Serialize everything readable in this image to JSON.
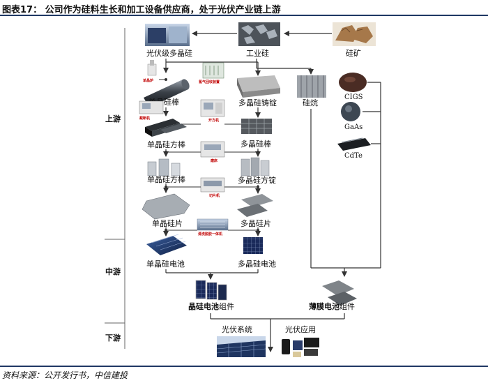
{
  "header": {
    "title": "图表17： 公司作为硅料生长和加工设备供应商，处于光伏产业链上游",
    "source": "资料来源：公开发行书，中信建投"
  },
  "sections": {
    "upstream": "上游",
    "midstream": "中游",
    "downstream": "下游"
  },
  "top_row": {
    "pv_polysilicon": "光伏级多晶硅",
    "industrial_silicon": "工业硅",
    "silicon_ore": "硅矿"
  },
  "mono_chain": {
    "rod": "单晶硅棒",
    "square_rod_1": "单晶硅方棒",
    "square_rod_2": "单晶硅方棒",
    "wafer": "单晶硅片",
    "cell": "单晶硅电池"
  },
  "poly_chain": {
    "ingot": "多晶硅铸锭",
    "rod": "多晶硅棒",
    "square_ingot": "多晶硅方锭",
    "wafer": "多晶硅片",
    "cell": "多晶硅电池"
  },
  "equipment": {
    "furnace": "单晶炉",
    "gas_recovery": "氢气回收装置",
    "cutting": "截断机",
    "squaring": "开方机",
    "grinding": "磨床",
    "slicing": "切片机",
    "cleaning": "清洗脱胶一体机"
  },
  "thin_film": {
    "silane": "硅烷",
    "cigs": "CIGS",
    "gaas": "GaAs",
    "cdte": "CdTe"
  },
  "modules": {
    "crystalline_prefix": "晶硅电池",
    "crystalline_suffix": "组件",
    "thin_film_prefix": "薄膜电池",
    "thin_film_suffix": "组件"
  },
  "downstream": {
    "pv_system": "光伏系统",
    "pv_application": "光伏应用"
  },
  "colors": {
    "rule": "#1f3864",
    "equipment_label": "#c00000",
    "arrow": "#333333"
  }
}
